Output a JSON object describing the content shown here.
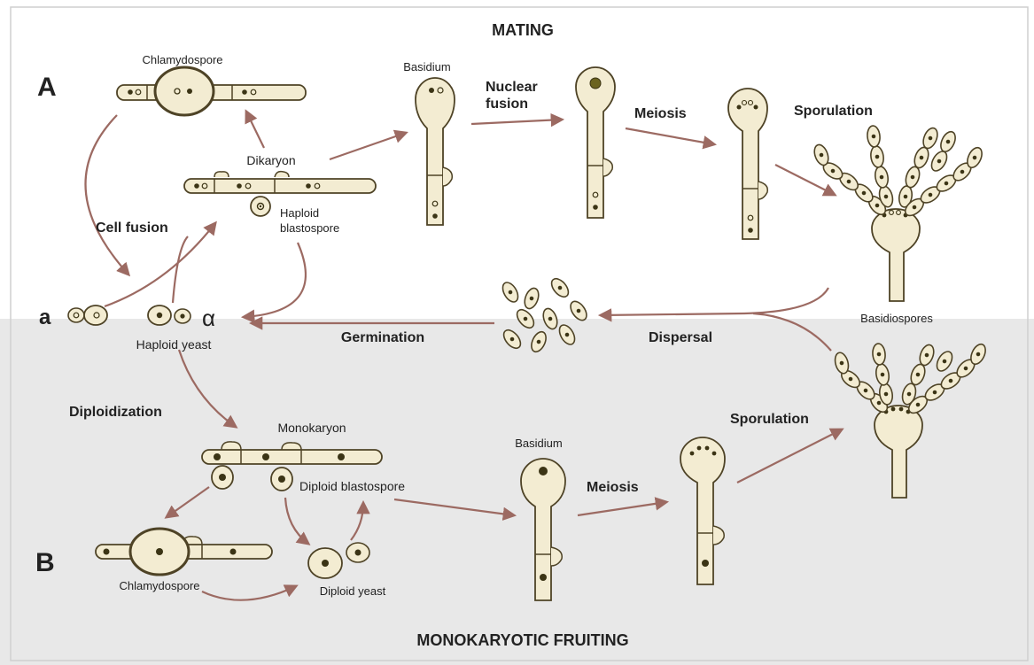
{
  "titles": {
    "top": "MATING",
    "bottom": "MONOKARYOTIC FRUITING"
  },
  "panels": {
    "a": "A",
    "b": "B"
  },
  "labels": {
    "chlamydospore_top": "Chlamydospore",
    "dikaryon": "Dikaryon",
    "haploid_blasto_1": "Haploid",
    "haploid_blasto_2": "blastospore",
    "cell_fusion": "Cell fusion",
    "mating_a": "a",
    "mating_alpha": "α",
    "haploid_yeast": "Haploid yeast",
    "basidium_top": "Basidium",
    "nuclear_fusion_1": "Nuclear",
    "nuclear_fusion_2": "fusion",
    "meiosis_top": "Meiosis",
    "sporulation_top": "Sporulation",
    "basidiospores": "Basidiospores",
    "germination": "Germination",
    "dispersal": "Dispersal",
    "diploidization": "Diploidization",
    "monokaryon": "Monokaryon",
    "diploid_blastospore": "Diploid blastospore",
    "chlamydospore_bottom": "Chlamydospore",
    "diploid_yeast": "Diploid yeast",
    "basidium_bottom": "Basidium",
    "meiosis_bottom": "Meiosis",
    "sporulation_bottom": "Sporulation"
  },
  "colors": {
    "cell_fill": "#f3ecd2",
    "cell_stroke": "#4e4326",
    "nucleus": "#3b3415",
    "arrow": "#9c6a62",
    "bottom_bg": "#e8e8e8",
    "text": "#222222"
  }
}
